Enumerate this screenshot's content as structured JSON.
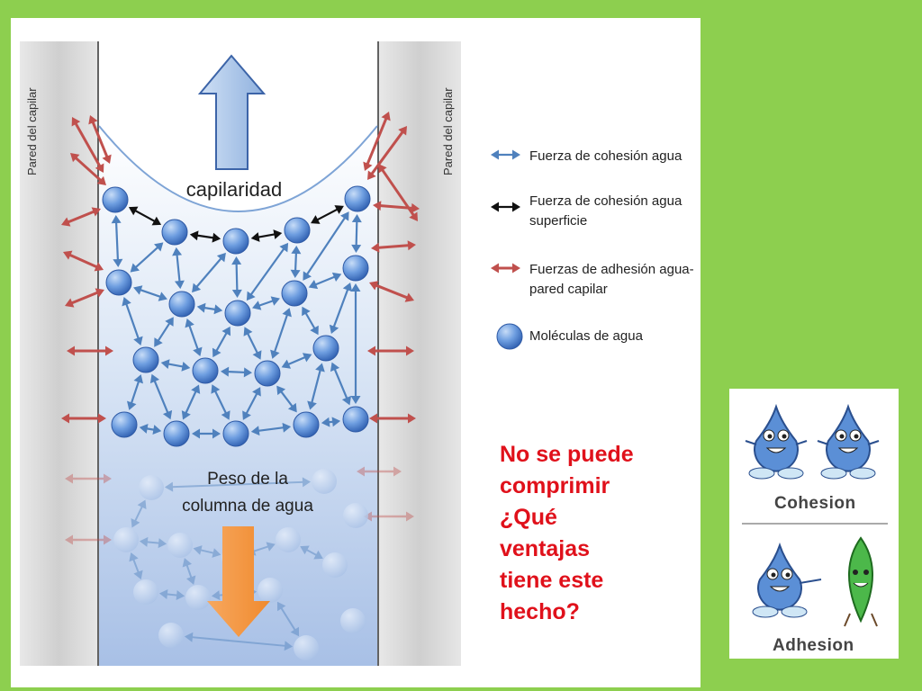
{
  "diagram": {
    "wall_label_left": "Pared del capilar",
    "wall_label_right": "Pared del capilar",
    "up_label": "capilaridad",
    "down_label_line1": "Peso de la",
    "down_label_line2": "columna de agua"
  },
  "legend": {
    "items": [
      {
        "label_line1": "Fuerza de cohesión agua",
        "label_line2": "",
        "color": "#4f81bd"
      },
      {
        "label_line1": "Fuerza de cohesión agua",
        "label_line2": "superficie",
        "color": "#111111"
      },
      {
        "label_line1": "Fuerzas de adhesión agua-",
        "label_line2": "pared capilar",
        "color": "#c0504d"
      },
      {
        "label_line1": "Moléculas de agua",
        "label_line2": "",
        "color": "#4f81bd"
      }
    ]
  },
  "question": {
    "line1": "No se puede",
    "line2": "comprimir",
    "line3": "¿Qué",
    "line4": "ventajas",
    "line5": "tiene este",
    "line6": "hecho?"
  },
  "inset": {
    "cohesion_label": "Cohesion",
    "adhesion_label": "Adhesion"
  },
  "colors": {
    "background": "#8dcf4f",
    "cohesion_arrow": "#4f81bd",
    "surface_arrow": "#111111",
    "adhesion_arrow": "#c0504d",
    "up_arrow": "#a9c4e6",
    "down_arrow": "#f59845",
    "question_text": "#e0111b"
  }
}
